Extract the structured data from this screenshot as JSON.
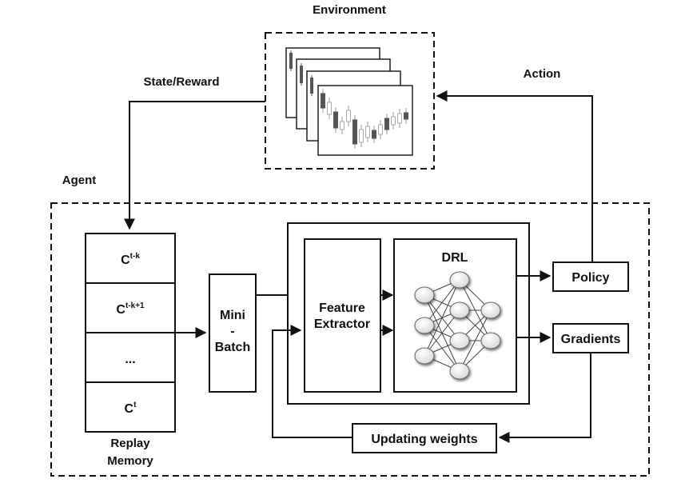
{
  "labels": {
    "environment": "Environment",
    "state_reward": "State/Reward",
    "action": "Action",
    "agent": "Agent",
    "drl": "DRL",
    "feature_extractor": [
      "Feature",
      "Extractor"
    ],
    "mini_batch": [
      "Mini",
      "-",
      "Batch"
    ],
    "policy": "Policy",
    "gradients": "Gradients",
    "updating_weights": "Updating weights",
    "replay_memory": [
      "Replay",
      "Memory"
    ]
  },
  "replay_memory_cells": [
    {
      "base": "C",
      "sup": "t-k"
    },
    {
      "base": "C",
      "sup": "t-k+1"
    },
    {
      "base": "...",
      "sup": ""
    },
    {
      "base": "C",
      "sup": "t"
    }
  ],
  "colors": {
    "line": "#111111",
    "candle_dark": "#555555",
    "node_fill": "#ffffff"
  }
}
